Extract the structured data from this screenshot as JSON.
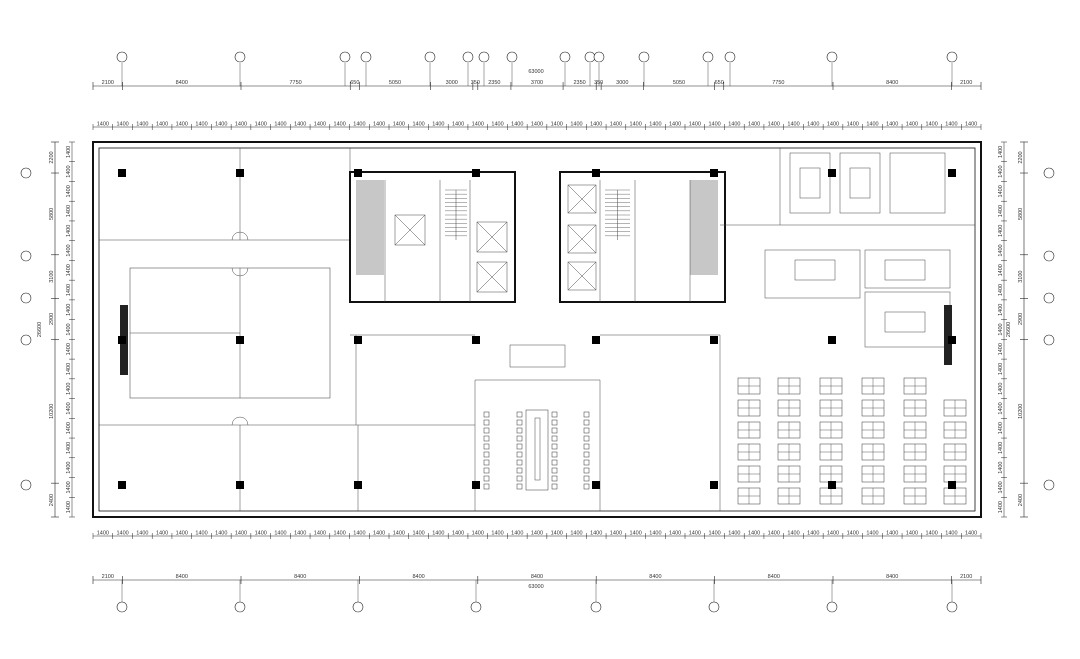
{
  "top_total": "63000",
  "bottom_total": "63000",
  "top_dims": [
    "2100",
    "8400",
    "7750",
    "650",
    "5050",
    "3000",
    "350",
    "2350",
    "3700",
    "2350",
    "350",
    "3000",
    "5050",
    "650",
    "7750",
    "8400",
    "2100"
  ],
  "bottom_dims": [
    "2100",
    "8400",
    "8400",
    "8400",
    "8400",
    "8400",
    "8400",
    "8400",
    "2100"
  ],
  "module_label": "1400",
  "left_dims": [
    "2200",
    "5800",
    "3100",
    "2900",
    "10200",
    "2400"
  ],
  "left_total": "26600",
  "right_dims": [
    "2200",
    "5800",
    "3100",
    "2900",
    "10200",
    "2400"
  ],
  "right_total": "26600"
}
